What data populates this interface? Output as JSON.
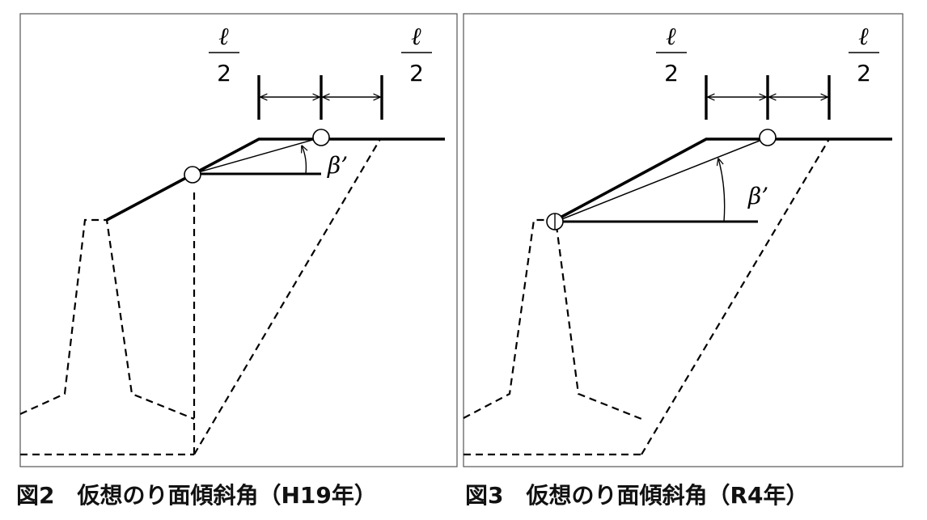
{
  "figure2": {
    "caption": "図2　仮想のり面傾斜角（H19年）",
    "fraction_numerator_left": "ℓ",
    "fraction_denominator_left": "2",
    "fraction_numerator_right": "ℓ",
    "fraction_denominator_right": "2",
    "angle_label": "β’"
  },
  "figure3": {
    "caption": "図3　仮想のり面傾斜角（R4年）",
    "fraction_numerator_left": "ℓ",
    "fraction_denominator_left": "2",
    "fraction_numerator_right": "ℓ",
    "fraction_denominator_right": "2",
    "angle_label": "β’"
  }
}
